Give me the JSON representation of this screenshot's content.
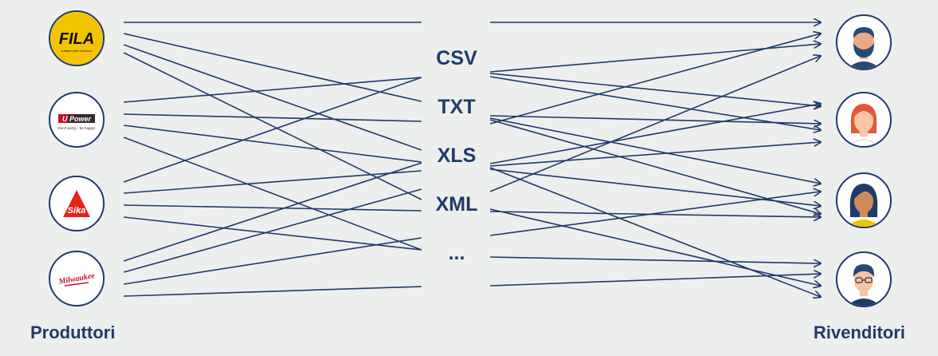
{
  "formats": [
    "CSV",
    "TXT",
    "XLS",
    "XML",
    "..."
  ],
  "producers_label": "Produttori",
  "resellers_label": "Rivenditori",
  "producers": [
    {
      "logo_text": "FILA",
      "tagline": "surface care solutions",
      "icon": "fila-logo-icon"
    },
    {
      "logo_text": "U Power",
      "tagline": "Don't worry... be happy!",
      "icon": "upower-logo-icon"
    },
    {
      "logo_text": "Sika",
      "icon": "sika-logo-icon"
    },
    {
      "logo_text": "Milwaukee",
      "icon": "milwaukee-logo-icon"
    }
  ],
  "resellers": [
    {
      "icon": "bearded-man-avatar-icon",
      "skin": "#e9a88a",
      "hair": "#264a73"
    },
    {
      "icon": "woman-avatar-icon",
      "skin": "#f6c5a5",
      "hair": "#e2593a"
    },
    {
      "icon": "dark-hair-woman-avatar-icon",
      "skin": "#cf8a5c",
      "hair": "#1f3a6b"
    },
    {
      "icon": "man-glasses-avatar-icon",
      "skin": "#f6c5a5",
      "hair": "#264a73"
    }
  ],
  "colors": {
    "line": "#1f3a6b",
    "label": "#1f3a6b",
    "background": "#edefee",
    "fila_yellow": "#f5c400",
    "sika_red": "#e2241b",
    "milwaukee_red": "#c8102e"
  }
}
